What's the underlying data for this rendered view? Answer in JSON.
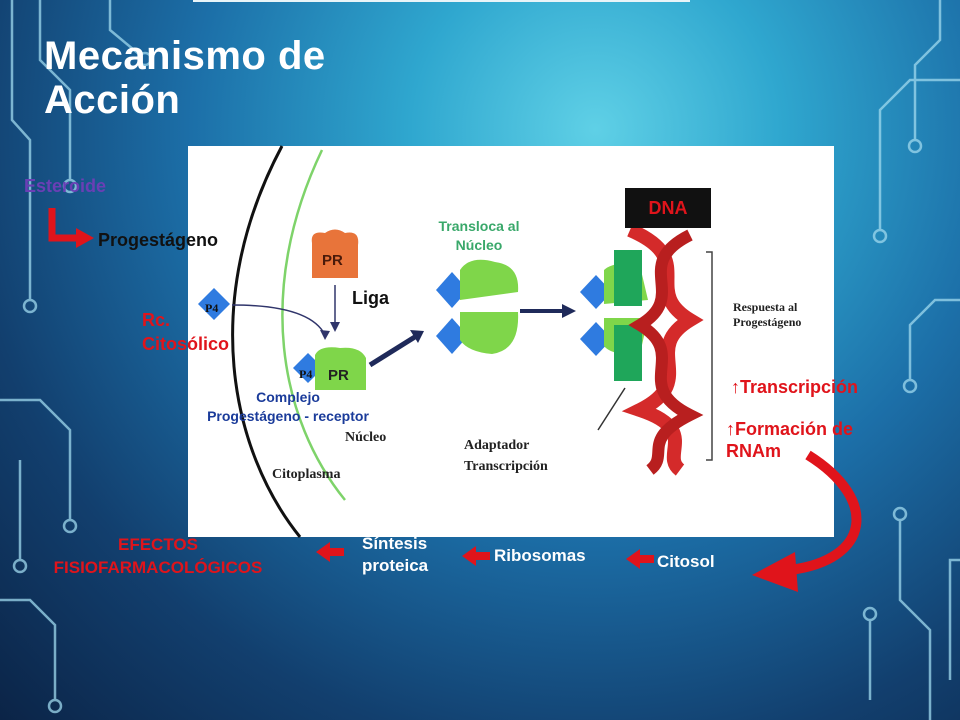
{
  "title": "Mecanismo de Acción",
  "diagram": {
    "labels": {
      "esteroide": "Esteroide",
      "progestageno": "Progestágeno",
      "rc_citosolico": "Rc.\nCitosólico",
      "liga": "Liga",
      "transloca": "Transloca al\nNúcleo",
      "dna": "DNA",
      "complejo": "Complejo\nProgestágeno - receptor",
      "nucleo": "Núcleo",
      "citoplasma": "Citoplasma",
      "adaptador": "Adaptador\nTranscripción",
      "respuesta": "Respuesta al\nProgestágeno",
      "transcripcion": "↑Transcripción",
      "formacion": "↑Formación de\nRNAm",
      "citosol": "Citosol",
      "ribosomas": "Ribosomas",
      "sintesis": "Síntesis\nproteica",
      "efectos": "EFECTOS\nFISIOFARMACOLÓGICOS",
      "pr": "PR",
      "p4": "P4"
    }
  },
  "colors": {
    "red": "#e0141b",
    "green_receptor": "#7fd64a",
    "blue_diamond": "#2f7be0",
    "dna_red": "#d42a2a",
    "dna_green": "#1fa65a",
    "pr_orange": "#e8743a"
  }
}
